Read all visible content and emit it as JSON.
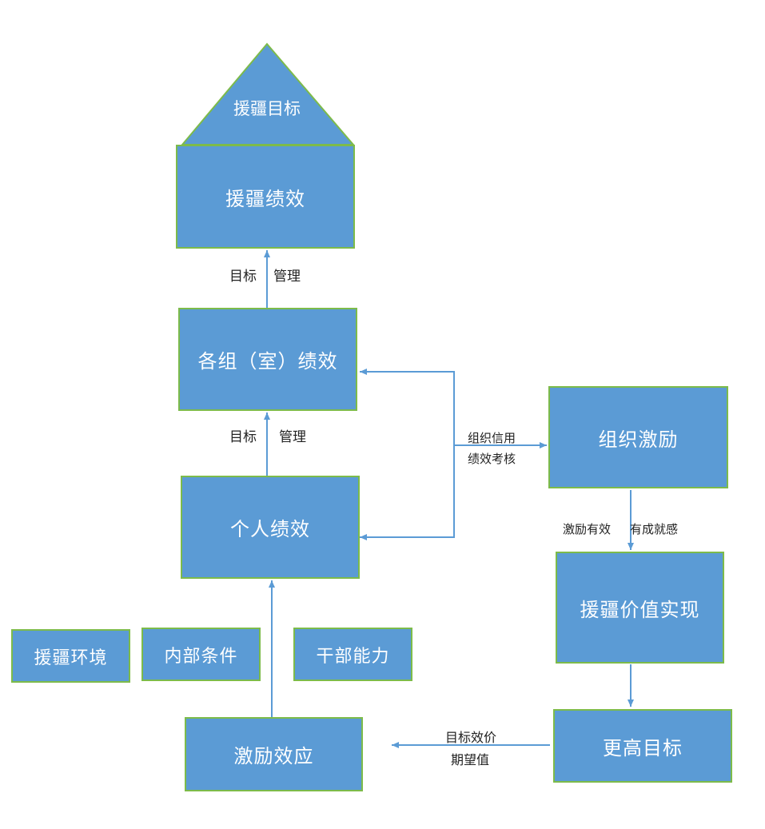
{
  "nodes": {
    "roof": "援疆目标",
    "aid_performance": "援疆绩效",
    "group_performance": "各组（室）绩效",
    "individual_performance": "个人绩效",
    "org_incentive": "组织激励",
    "value_realization": "援疆价值实现",
    "higher_goal": "更高目标",
    "incentive_effect": "激励效应",
    "environment": "援疆环境",
    "internal_conditions": "内部条件",
    "cadre_ability": "干部能力"
  },
  "edges": {
    "top_target": "目标",
    "top_manage": "管理",
    "mid_target": "目标",
    "mid_manage": "管理",
    "org_trust": "组织信用",
    "assessment": "绩效考核",
    "incentive_valid": "激励有效",
    "achievement": "有成就感",
    "goal_valence": "目标效价",
    "expectancy": "期望值"
  },
  "colors": {
    "box_fill": "#5b9bd5",
    "box_border": "#7dbb4a",
    "arrow": "#5b9bd5",
    "box_text": "#ffffff",
    "label_text": "#222222"
  }
}
